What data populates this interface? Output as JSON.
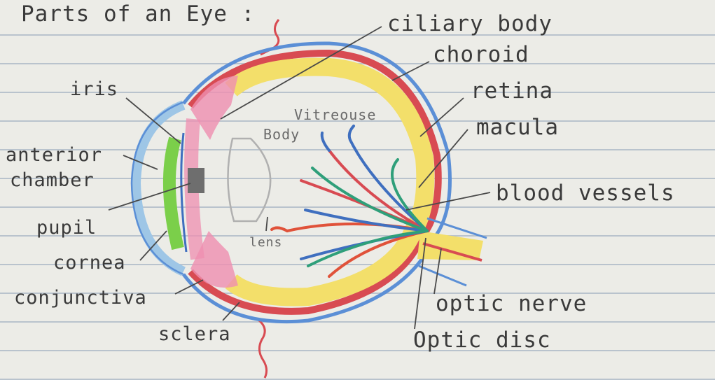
{
  "title": "Parts of an Eye :",
  "labels": {
    "ciliary_body": "ciliary body",
    "choroid": "choroid",
    "retina": "retina",
    "macula": "macula",
    "blood_vessels": "blood vessels",
    "iris": "iris",
    "anterior": "anterior",
    "chamber": "chamber",
    "pupil": "pupil",
    "cornea": "cornea",
    "conjunctiva": "conjunctiva",
    "sclera": "sclera",
    "optic_nerve": "optic nerve",
    "optic_disc": "Optic disc",
    "vitreous": "Vitreouse",
    "body": "Body",
    "lens": "lens"
  },
  "colors": {
    "paper": "#ecece7",
    "rule_line": "#b9c3cd",
    "sclera_blue": "#5b8fd6",
    "choroid_red": "#d84b52",
    "retina_yellow": "#f3df6a",
    "iris_green": "#7bcf4a",
    "ciliary_pink": "#ef8fb0",
    "pupil_gray": "#6e6e6e",
    "pencil": "#3a3a3a"
  }
}
